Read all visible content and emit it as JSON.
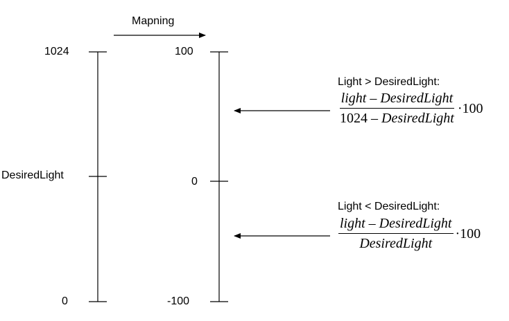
{
  "mapping_label": "Mapning",
  "left_axis": {
    "top_label": "1024",
    "middle_label": "DesiredLight",
    "bottom_label": "0"
  },
  "right_axis": {
    "top_label": "100",
    "middle_label": "0",
    "bottom_label": "-100"
  },
  "upper_case": {
    "condition": "Light > DesiredLight:",
    "numerator_var": "light",
    "numerator_op": " – ",
    "numerator_sub": "DesiredLight",
    "denominator_num": "1024",
    "denominator_op": " – ",
    "denominator_var": "DesiredLight",
    "multiplier": "·100"
  },
  "lower_case": {
    "condition": "Light < DesiredLight:",
    "numerator_var": "light",
    "numerator_op": " – ",
    "numerator_sub": "DesiredLight",
    "denominator_var": "DesiredLight",
    "multiplier": "·100"
  }
}
